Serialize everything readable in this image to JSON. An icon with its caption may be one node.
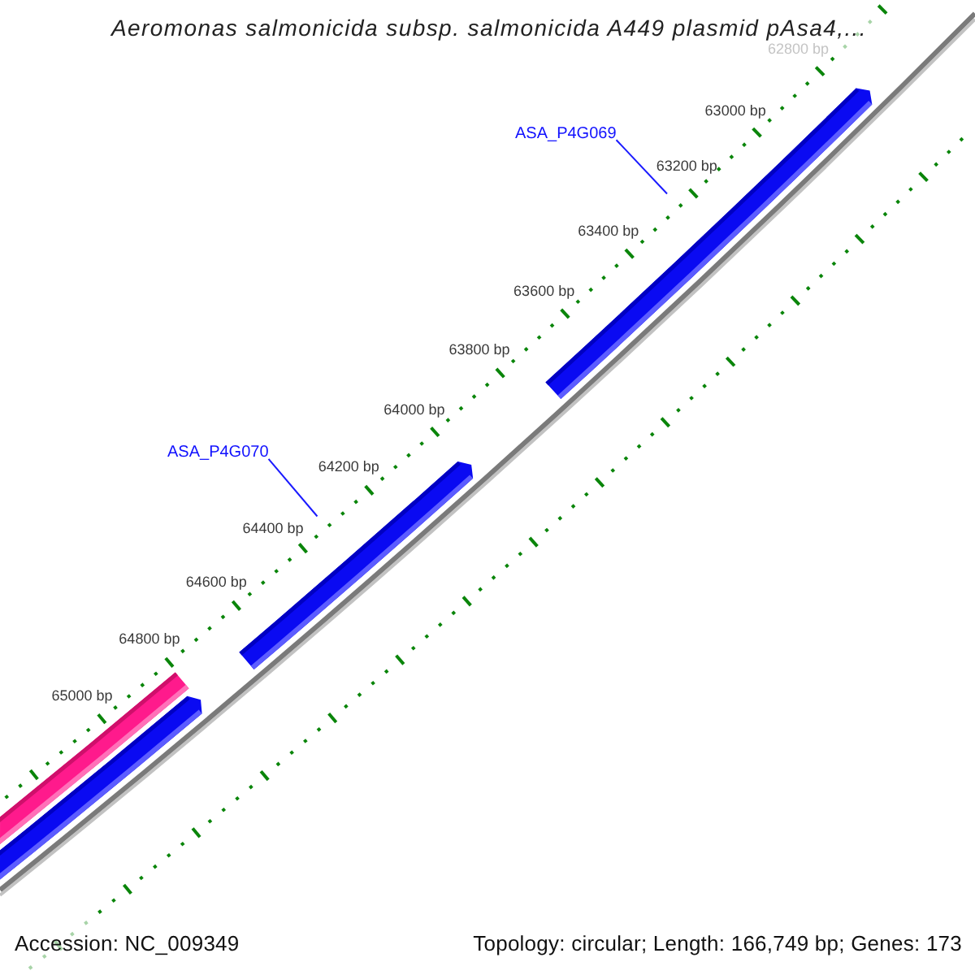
{
  "diagram": {
    "title": "Aeromonas salmonicida subsp. salmonicida A449 plasmid pAsa4,...",
    "nodes": [
      {
        "text": [
          "ASA_P4G069"
        ]
      },
      {
        "text": [
          "ASA_P4G070"
        ]
      }
    ],
    "edges": [
      {
        "from": 0,
        "to": null,
        "arrow": "none"
      },
      {
        "from": 1,
        "to": null,
        "arrow": "none"
      }
    ],
    "labels": [
      "62800 bp",
      "63000 bp",
      "63200 bp",
      "63400 bp",
      "63600 bp",
      "63800 bp",
      "64000 bp",
      "64200 bp",
      "64400 bp",
      "64600 bp",
      "64800 bp",
      "65000 bp",
      "Accession: NC_009349",
      "Topology: circular; Length: 166,749 bp; Genes: 173"
    ]
  }
}
